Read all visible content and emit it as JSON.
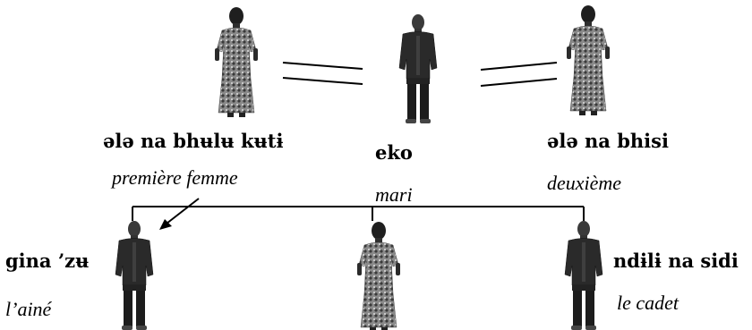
{
  "top_row": {
    "first_wife": {
      "term": "ələ na bhʉlʉ kʉtɨ",
      "gloss": "première femme"
    },
    "husband": {
      "term": "eko",
      "gloss": "mari"
    },
    "second_wife": {
      "term": "ələ na bhisi",
      "gloss": "deuxième"
    }
  },
  "children": {
    "eldest": {
      "term": "gina ’zʉ",
      "gloss": "l’ainé"
    },
    "youngest": {
      "term": "ndɨlɨ na sidi",
      "gloss": "le cadet"
    }
  },
  "colors": {
    "ink": "#000000",
    "figure_dark": "#2a2a2a",
    "figure_dress": "#7a7a7a",
    "skin": "#3a3a3a"
  },
  "icons": {
    "woman": "woman-figure-icon",
    "man": "man-figure-icon"
  }
}
